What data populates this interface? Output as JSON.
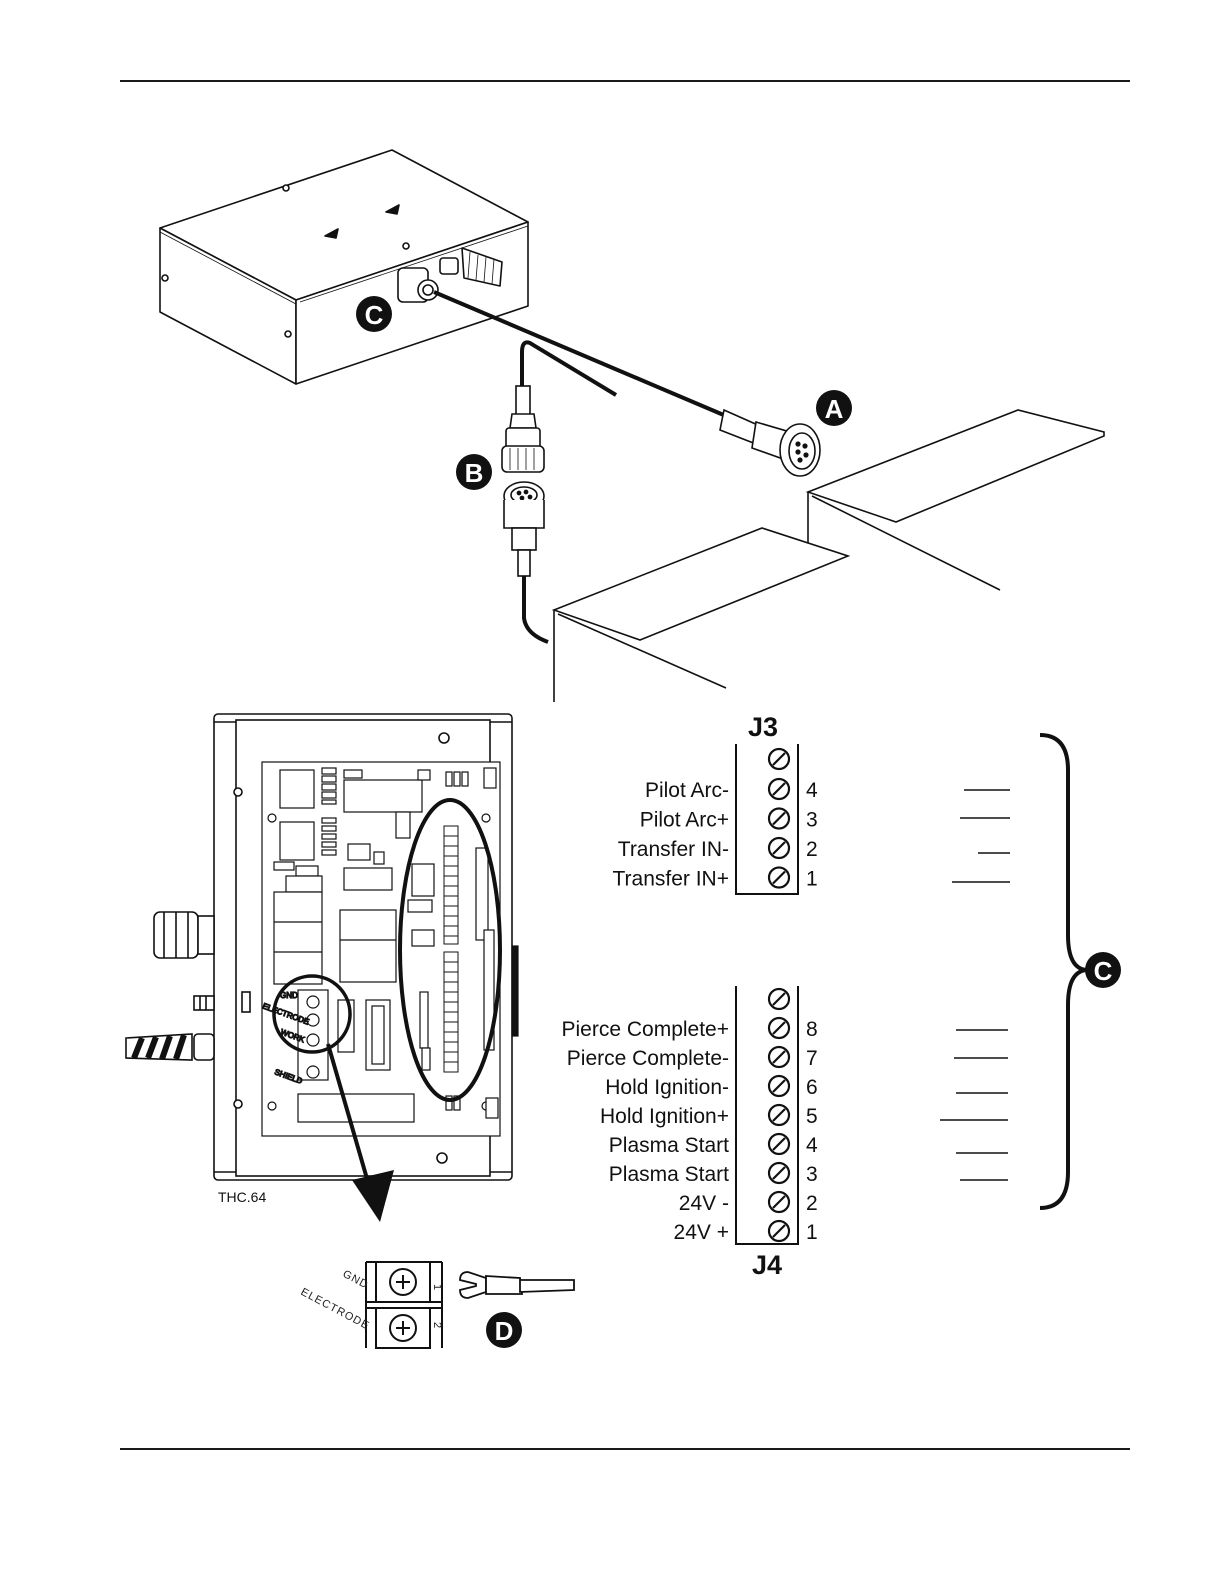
{
  "figure": {
    "id_label": "THC.64"
  },
  "callouts": {
    "a": "A",
    "b": "B",
    "c_box": "C",
    "c_brace": "C",
    "d": "D"
  },
  "j3": {
    "header": "J3",
    "terminals": [
      {
        "label": "Pilot Arc-",
        "num": "4"
      },
      {
        "label": "Pilot Arc+",
        "num": "3"
      },
      {
        "label": "Transfer IN-",
        "num": "2"
      },
      {
        "label": "Transfer IN+",
        "num": "1"
      }
    ]
  },
  "j4": {
    "header": "J4",
    "terminals": [
      {
        "label": "Pierce Complete+",
        "num": "8"
      },
      {
        "label": "Pierce Complete-",
        "num": "7"
      },
      {
        "label": "Hold Ignition-",
        "num": "6"
      },
      {
        "label": "Hold Ignition+",
        "num": "5"
      },
      {
        "label": "Plasma Start",
        "num": "4"
      },
      {
        "label": "Plasma Start",
        "num": "3"
      },
      {
        "label": "24V -",
        "num": "2"
      },
      {
        "label": "24V +",
        "num": "1"
      }
    ]
  },
  "detail_block": {
    "gnd_label": "GND",
    "electrode_label": "ELECTRODE",
    "pos1": "1",
    "pos2": "2"
  },
  "board_block": {
    "gnd": "GND",
    "electrode": "ELECTRODE",
    "work": "WORK",
    "shield": "SHIELD"
  },
  "colors": {
    "ink": "#111111",
    "paper": "#ffffff",
    "callout_fill": "#111111"
  }
}
